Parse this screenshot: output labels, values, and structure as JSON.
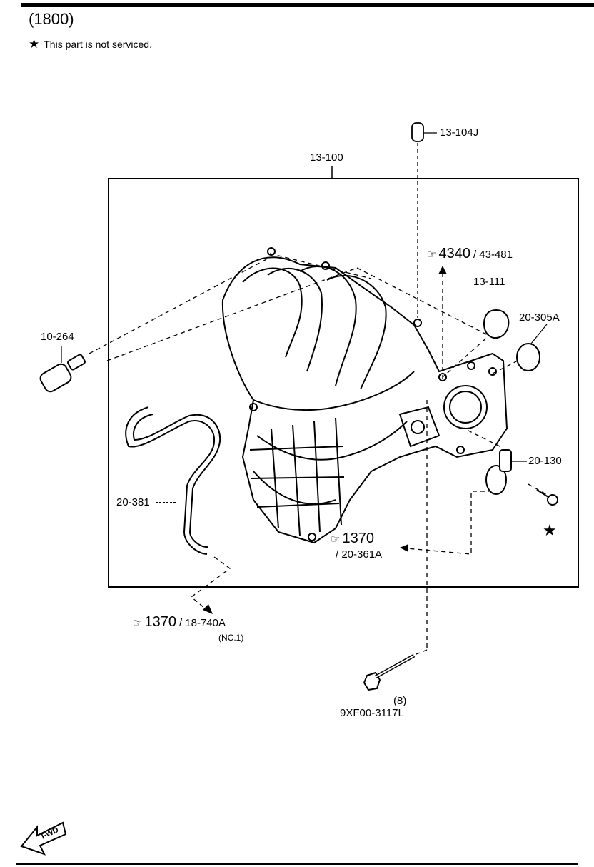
{
  "header": {
    "group_code": "(1800)",
    "note_symbol": "★",
    "note_text": "This part is not serviced."
  },
  "parts": {
    "plug": "13-104J",
    "manifold_assembly": "13-100",
    "sensor": "10-264",
    "gasket_13_111": "13-111",
    "gasket_20_305a": "20-305A",
    "actuator": "20-130",
    "hose": "20-381",
    "bolt_count": "(8)",
    "bolt": "9XF00-3117L"
  },
  "references": {
    "ref_4340": {
      "group": "4340",
      "part": "/ 43-481"
    },
    "ref_1370_a": {
      "group": "1370",
      "part": "/ 20-361A"
    },
    "ref_1370_b": {
      "group": "1370",
      "part": "/ 18-740A",
      "note": "(NC.1)"
    }
  },
  "symbols": {
    "not_serviced_star": "★",
    "fwd_label": "FWD"
  }
}
